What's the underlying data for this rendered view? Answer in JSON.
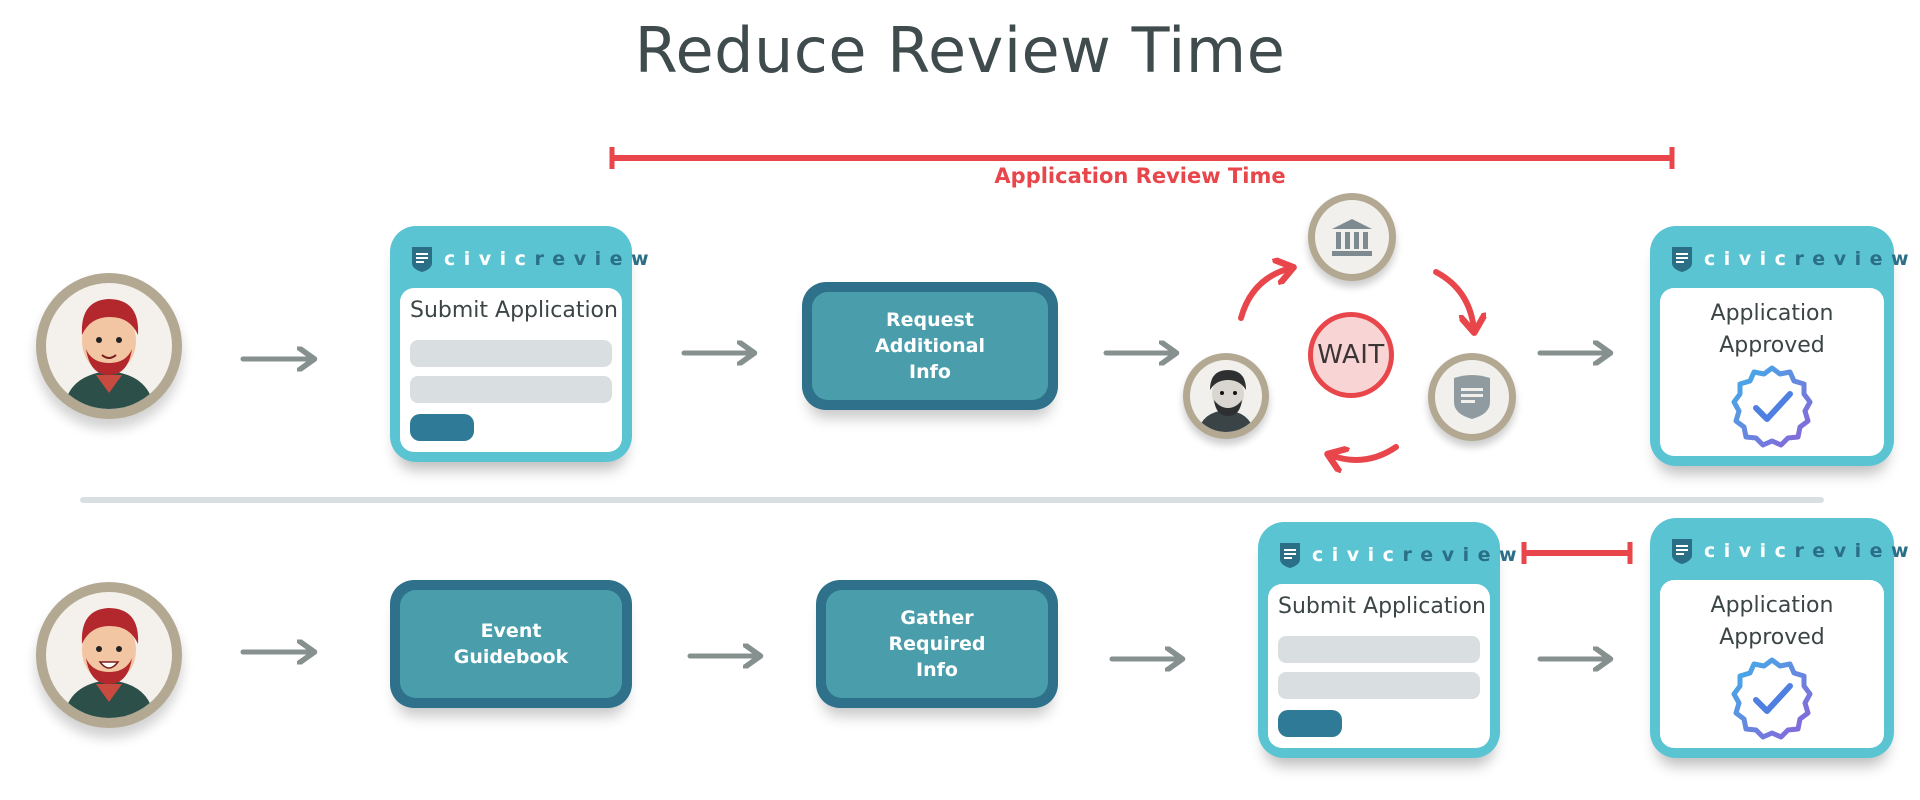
{
  "title": "Reduce Review Time",
  "review_time_label": "Application Review Time",
  "brand": {
    "civic": "civic",
    "review": "review"
  },
  "top_row": {
    "submit_card_title": "Submit Application",
    "request_box": "Request Additional Info",
    "wait_label": "WAIT",
    "approved_card_title": "Application Approved"
  },
  "bottom_row": {
    "guidebook_box": "Event Guidebook",
    "gather_box": "Gather Required Info",
    "submit_card_title": "Submit Application",
    "approved_card_title": "Application Approved"
  },
  "colors": {
    "accent_red": "#e8464a",
    "card_cyan": "#5bc4d3",
    "box_teal": "#2f718a",
    "box_inner": "#4a9eab",
    "arrow_gray": "#85908f",
    "badge_blue": "#4f7fe0",
    "badge_purple": "#8a62d8"
  },
  "icons": [
    "applicant-avatar",
    "reviewer-avatar",
    "civic-review-logo-icon",
    "city-hall-icon",
    "document-badge-icon",
    "verified-badge-icon",
    "arrow-right-icon"
  ]
}
